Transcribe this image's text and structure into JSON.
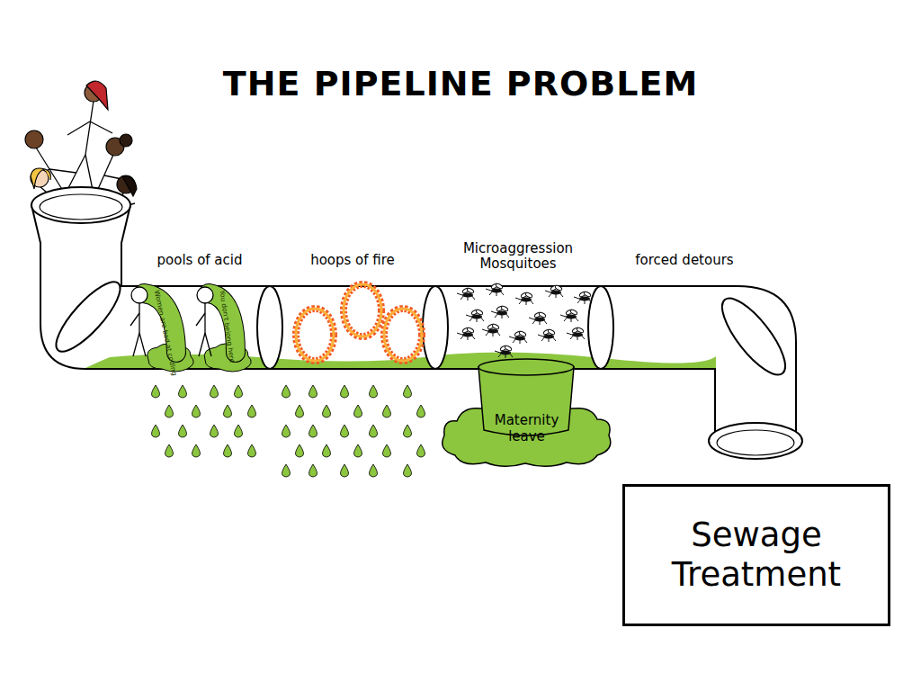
{
  "diagram": {
    "title": "THE PIPELINE PROBLEM",
    "nodes": [
      {
        "text": [
          "Maternity leave"
        ]
      },
      {
        "text": [
          "Sewage Treatment"
        ]
      }
    ],
    "labels": [
      "pools of acid",
      "hoops of fire",
      "Microaggression Mosquitoes",
      "forced detours",
      "Women are bad at coding",
      "You don't belong here"
    ]
  }
}
